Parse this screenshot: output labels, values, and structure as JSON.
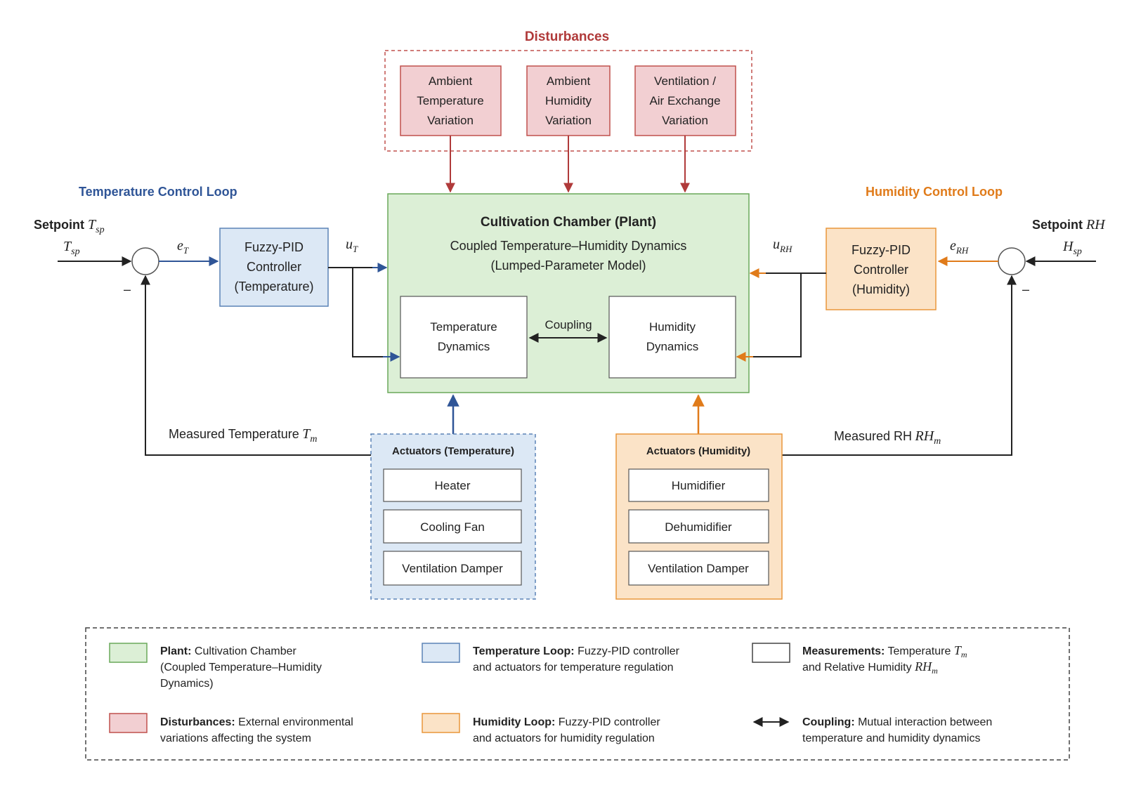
{
  "colors": {
    "plant_fill": "#dcefd6",
    "plant_stroke": "#6aa95a",
    "dist_fill": "#f2cfd2",
    "dist_stroke": "#c0504d",
    "dist_title": "#b03a3a",
    "temp_fill": "#dce8f5",
    "temp_stroke": "#5b83b6",
    "temp_title": "#2f5597",
    "hum_fill": "#fbe3c7",
    "hum_stroke": "#e9963a",
    "hum_title": "#e07b1a",
    "line": "#222222"
  },
  "disturbances": {
    "title": "Disturbances",
    "boxes": [
      [
        "Ambient",
        "Temperature",
        "Variation"
      ],
      [
        "Ambient",
        "Humidity",
        "Variation"
      ],
      [
        "Ventilation /",
        "Air Exchange",
        "Variation"
      ]
    ]
  },
  "temp_loop": {
    "title": "Temperature Control Loop",
    "setpoint_label": "Setpoint",
    "setpoint_symbol": "T",
    "setpoint_sub": "sp",
    "error_symbol": "e",
    "error_sub": "T",
    "control_symbol": "u",
    "control_sub": "T",
    "minus": "–",
    "controller": [
      "Fuzzy-PID",
      "Controller",
      "(Temperature)"
    ],
    "measured_label": "Measured Temperature",
    "measured_symbol": "T",
    "measured_sub": "m"
  },
  "hum_loop": {
    "title": "Humidity Control Loop",
    "setpoint_label": "Setpoint",
    "setpoint_symbol": "RH",
    "setpoint_symbol2": "H",
    "setpoint_sub": "sp",
    "error_symbol": "e",
    "error_sub": "RH",
    "control_symbol": "u",
    "control_sub": "RH",
    "minus": "–",
    "controller": [
      "Fuzzy-PID",
      "Controller",
      "(Humidity)"
    ],
    "measured_label": "Measured RH",
    "measured_symbol": "RH",
    "measured_sub": "m"
  },
  "plant": {
    "title": "Cultivation Chamber (Plant)",
    "subtitle1": "Coupled Temperature–Humidity Dynamics",
    "subtitle2": "(Lumped-Parameter Model)",
    "temp_dyn": [
      "Temperature",
      "Dynamics"
    ],
    "hum_dyn": [
      "Humidity",
      "Dynamics"
    ],
    "coupling": "Coupling"
  },
  "act_temp": {
    "title": "Actuators (Temperature)",
    "items": [
      "Heater",
      "Cooling Fan",
      "Ventilation Damper"
    ]
  },
  "act_hum": {
    "title": "Actuators (Humidity)",
    "items": [
      "Humidifier",
      "Dehumidifier",
      "Ventilation Damper"
    ]
  },
  "legend": {
    "plant_bold": "Plant:",
    "plant_text": [
      "Cultivation Chamber",
      "(Coupled Temperature–Humidity",
      "Dynamics)"
    ],
    "dist_bold": "Disturbances:",
    "dist_text": [
      "External environmental",
      "variations affecting the system"
    ],
    "temp_bold": "Temperature Loop:",
    "temp_text": [
      "Fuzzy-PID controller",
      "and actuators for temperature regulation"
    ],
    "hum_bold": "Humidity Loop:",
    "hum_text": [
      "Fuzzy-PID controller",
      "and actuators for humidity regulation"
    ],
    "meas_bold": "Measurements:",
    "meas_text1": "Temperature",
    "meas_sym1": "T",
    "meas_sub1": "m",
    "meas_text2": "and Relative Humidity",
    "meas_sym2": "RH",
    "meas_sub2": "m",
    "coup_bold": "Coupling:",
    "coup_text": [
      "Mutual interaction between",
      "temperature and humidity dynamics"
    ]
  }
}
